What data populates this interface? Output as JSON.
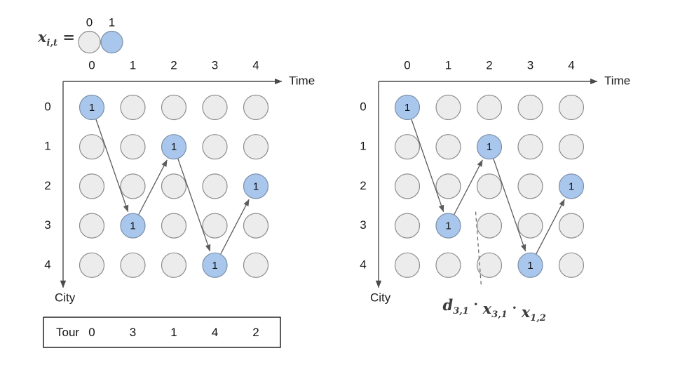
{
  "legend": {
    "equation_base": "x",
    "equation_sub": "i,t",
    "equation_eq": "=",
    "items": [
      {
        "label": "0",
        "state": "off"
      },
      {
        "label": "1",
        "state": "1"
      }
    ]
  },
  "colors": {
    "node_off_fill": "#ececec",
    "node_off_stroke": "#8d8d8d",
    "node_on_fill": "#a9c7ec",
    "node_on_stroke": "#7b8fa8",
    "axis": "#4a4a4a",
    "arrow": "#5b5b5b",
    "dashed": "#6e6e6e",
    "text": "#111111"
  },
  "panels": [
    {
      "id": "left-panel",
      "x_axis_label": "Time",
      "y_axis_label": "City",
      "time_ticks": [
        "0",
        "1",
        "2",
        "3",
        "4"
      ],
      "city_ticks": [
        "0",
        "1",
        "2",
        "3",
        "4"
      ],
      "node_on_value": "1",
      "active_cells": [
        {
          "city": 0,
          "time": 0,
          "value": "1"
        },
        {
          "city": 3,
          "time": 1,
          "value": "1"
        },
        {
          "city": 1,
          "time": 2,
          "value": "1"
        },
        {
          "city": 4,
          "time": 3,
          "value": "1"
        },
        {
          "city": 2,
          "time": 4,
          "value": "1"
        }
      ],
      "tour_arrows": [
        {
          "from_city": 0,
          "from_time": 0,
          "to_city": 3,
          "to_time": 1
        },
        {
          "from_city": 3,
          "from_time": 1,
          "to_city": 1,
          "to_time": 2
        },
        {
          "from_city": 1,
          "from_time": 2,
          "to_city": 4,
          "to_time": 3
        },
        {
          "from_city": 4,
          "from_time": 3,
          "to_city": 2,
          "to_time": 4
        }
      ],
      "annotation": null
    },
    {
      "id": "right-panel",
      "x_axis_label": "Time",
      "y_axis_label": "City",
      "time_ticks": [
        "0",
        "1",
        "2",
        "3",
        "4"
      ],
      "city_ticks": [
        "0",
        "1",
        "2",
        "3",
        "4"
      ],
      "node_on_value": "1",
      "active_cells": [
        {
          "city": 0,
          "time": 0,
          "value": "1"
        },
        {
          "city": 3,
          "time": 1,
          "value": "1"
        },
        {
          "city": 1,
          "time": 2,
          "value": "1"
        },
        {
          "city": 4,
          "time": 3,
          "value": "1"
        },
        {
          "city": 2,
          "time": 4,
          "value": "1"
        }
      ],
      "tour_arrows": [
        {
          "from_city": 0,
          "from_time": 0,
          "to_city": 3,
          "to_time": 1
        },
        {
          "from_city": 3,
          "from_time": 1,
          "to_city": 1,
          "to_time": 2
        },
        {
          "from_city": 1,
          "from_time": 2,
          "to_city": 4,
          "to_time": 3
        },
        {
          "from_city": 4,
          "from_time": 3,
          "to_city": 2,
          "to_time": 4
        }
      ],
      "annotation": {
        "terms": [
          {
            "base": "d",
            "sub": "3,1"
          },
          {
            "base": "x",
            "sub": "3,1"
          },
          {
            "base": "x",
            "sub": "1,2"
          }
        ],
        "separator": "·"
      }
    }
  ],
  "tour_table": {
    "row_label": "Tour",
    "values": [
      "0",
      "3",
      "1",
      "4",
      "2"
    ]
  }
}
